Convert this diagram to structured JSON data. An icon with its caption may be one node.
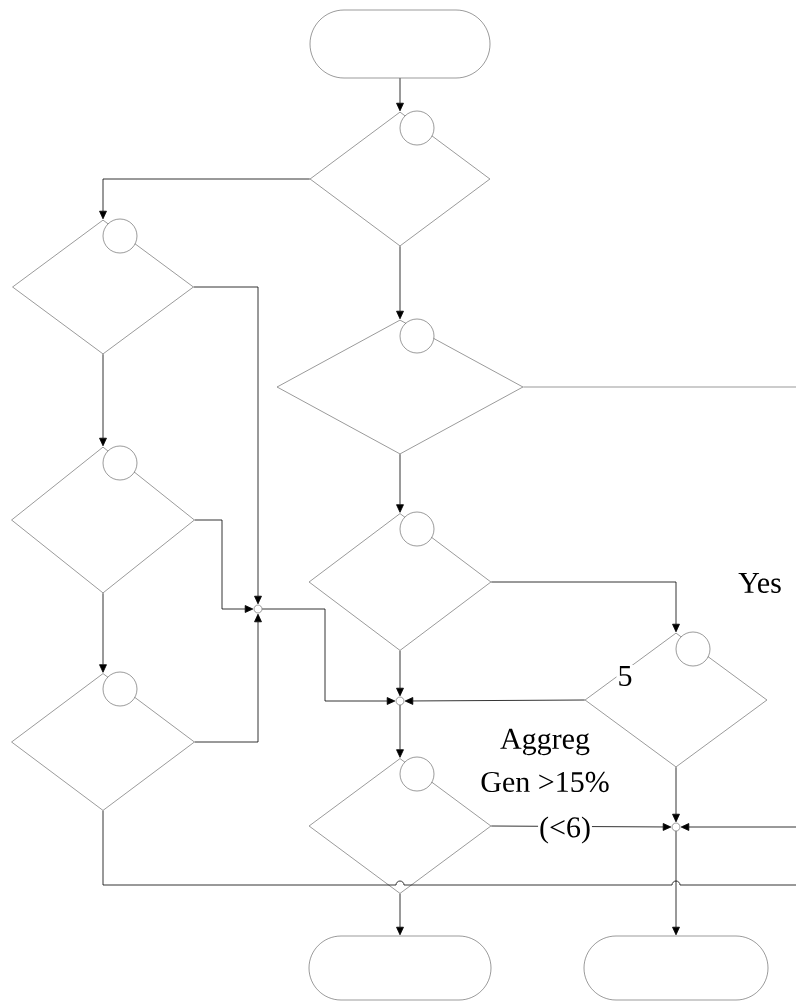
{
  "diagram": {
    "nodes": [
      {
        "text": [],
        "shape": "box"
      },
      {
        "text": [],
        "shape": "diamond"
      },
      {
        "text": [],
        "shape": "diamond"
      },
      {
        "text": [],
        "shape": "diamond"
      },
      {
        "text": [],
        "shape": "diamond"
      },
      {
        "text": [],
        "shape": "diamond"
      },
      {
        "text": [],
        "shape": "diamond"
      },
      {
        "text": [],
        "shape": "diamond"
      },
      {
        "text": [],
        "shape": "diamond"
      },
      {
        "text": [],
        "shape": "circle"
      },
      {
        "text": [],
        "shape": "circle"
      },
      {
        "text": [],
        "shape": "circle"
      },
      {
        "text": [],
        "shape": "box"
      },
      {
        "text": [],
        "shape": "box"
      }
    ],
    "edges": [
      {
        "from": 0,
        "to": 1,
        "arrow": "to"
      },
      {
        "from": 1,
        "to": 2,
        "arrow": "to"
      },
      {
        "from": 1,
        "to": 3,
        "arrow": "to"
      },
      {
        "from": 2,
        "to": 9,
        "arrow": "to"
      },
      {
        "from": 2,
        "to": 4,
        "arrow": "to"
      },
      {
        "from": 4,
        "to": 9,
        "arrow": "to"
      },
      {
        "from": 4,
        "to": 5,
        "arrow": "to"
      },
      {
        "from": 5,
        "to": 9,
        "arrow": "to"
      },
      {
        "from": 9,
        "to": 10,
        "arrow": "to"
      },
      {
        "from": 3,
        "to": 6,
        "arrow": "to"
      },
      {
        "from": 3,
        "to": null,
        "arrow": "none"
      },
      {
        "from": 6,
        "to": 7,
        "arrow": "to"
      },
      {
        "from": 6,
        "to": 10,
        "arrow": "to"
      },
      {
        "from": 7,
        "to": 10,
        "arrow": "to"
      },
      {
        "from": 10,
        "to": 8,
        "arrow": "to"
      },
      {
        "from": 8,
        "to": 11,
        "arrow": "to"
      },
      {
        "from": null,
        "to": 11,
        "arrow": "to"
      },
      {
        "from": 7,
        "to": 11,
        "arrow": "to"
      },
      {
        "from": 11,
        "to": 13,
        "arrow": "to"
      },
      {
        "from": 8,
        "to": 12,
        "arrow": "to"
      },
      {
        "from": 5,
        "to": null,
        "arrow": "none"
      }
    ],
    "labels": [
      "Yes",
      "5",
      "Aggreg",
      "Gen >15%",
      "(<6)"
    ]
  }
}
